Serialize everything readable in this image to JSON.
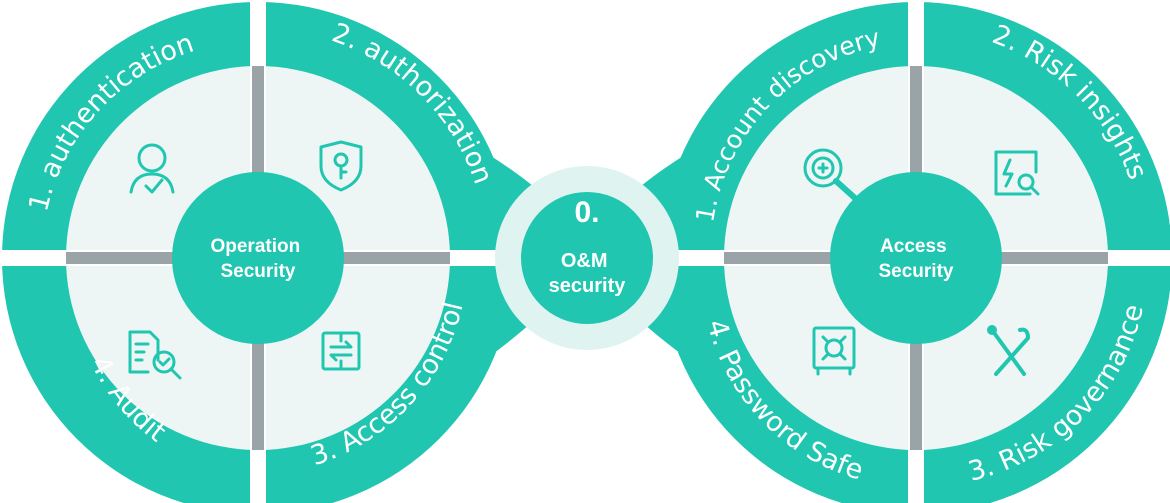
{
  "colors": {
    "teal": "#20c6b0",
    "pale": "#eef6f5",
    "divider": "#9aa3a8",
    "hub_ring": "#dff3f0",
    "white": "#ffffff"
  },
  "hub": {
    "title": "O&M\nsecurity",
    "logo": "0."
  },
  "left": {
    "title": "Operation\nSecurity",
    "segments": [
      {
        "label": "1. authentication",
        "icon": "user-check-icon"
      },
      {
        "label": "2. authorization",
        "icon": "shield-key-icon"
      },
      {
        "label": "3. Access control",
        "icon": "access-control-icon"
      },
      {
        "label": "4. Audit",
        "icon": "audit-document-icon"
      }
    ]
  },
  "right": {
    "title": "Access\nSecurity",
    "segments": [
      {
        "label": "1. Account discovery",
        "icon": "magnifier-icon"
      },
      {
        "label": "2. Risk insights",
        "icon": "risk-insights-icon"
      },
      {
        "label": "3. Risk governance",
        "icon": "tools-icon"
      },
      {
        "label": "4. Password Safe",
        "icon": "safe-icon"
      }
    ]
  }
}
